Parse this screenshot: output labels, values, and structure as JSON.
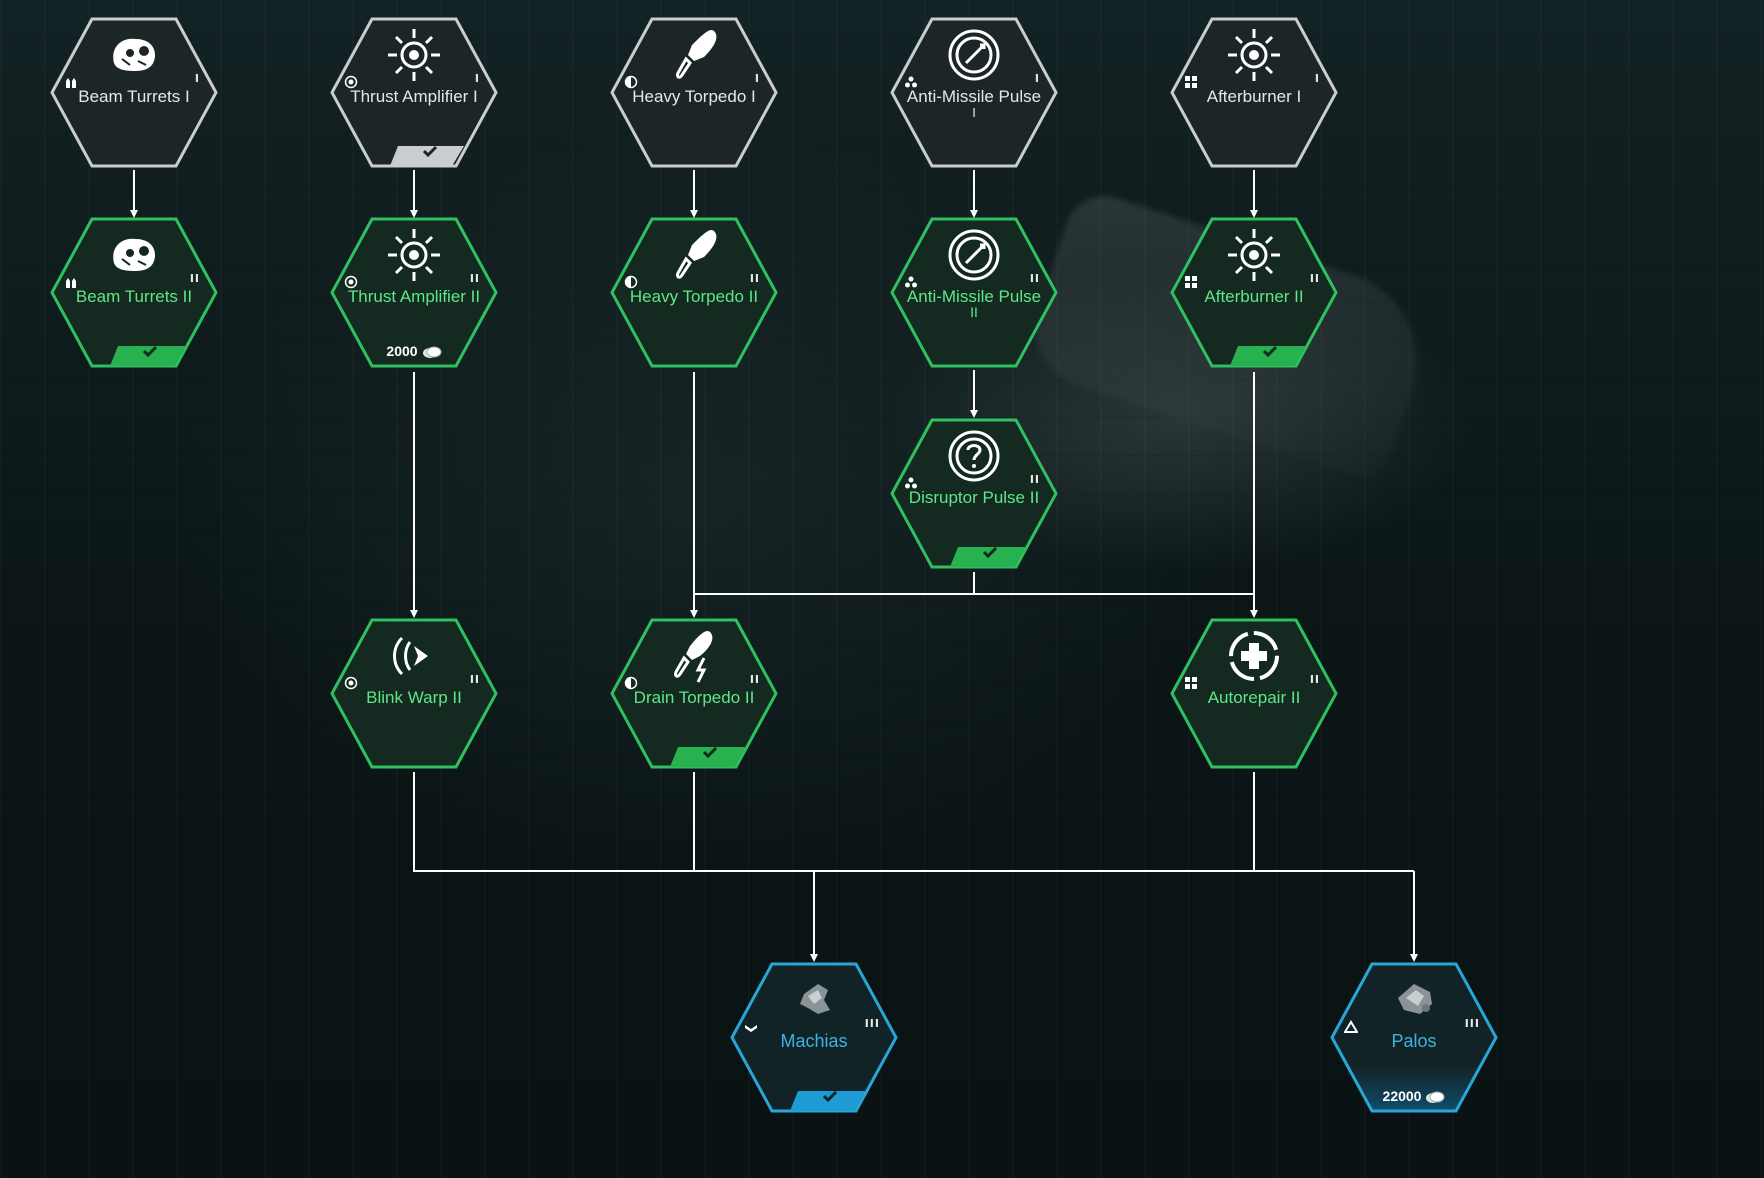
{
  "nodes": {
    "beam1": {
      "label": "Beam Turrets I",
      "tier": "I",
      "icon": "beam-turret-icon",
      "class_icon": "dual-turret-class-icon",
      "state": "owned-gray"
    },
    "thrust1": {
      "label": "Thrust Amplifier I",
      "tier": "I",
      "icon": "thruster-icon",
      "class_icon": "circle-dot-class-icon",
      "state": "owned-check"
    },
    "torpedo1": {
      "label": "Heavy Torpedo I",
      "tier": "I",
      "icon": "torpedo-icon",
      "class_icon": "half-circle-class-icon",
      "state": "owned-gray"
    },
    "antimissile1": {
      "label": "Anti-Missile Pulse",
      "label2": "I",
      "tier": "I",
      "icon": "pulse-icon",
      "class_icon": "tri-dots-class-icon",
      "state": "owned-gray"
    },
    "afterburner1": {
      "label": "Afterburner I",
      "tier": "I",
      "icon": "thruster-icon",
      "class_icon": "quad-square-class-icon",
      "state": "owned-gray"
    },
    "beam2": {
      "label": "Beam Turrets II",
      "tier": "II",
      "icon": "beam-turret-icon",
      "class_icon": "dual-turret-class-icon",
      "state": "check"
    },
    "thrust2": {
      "label": "Thrust Amplifier II",
      "tier": "II",
      "icon": "thruster-icon",
      "class_icon": "circle-dot-class-icon",
      "state": "cost",
      "cost": "2000"
    },
    "torpedo2": {
      "label": "Heavy Torpedo II",
      "tier": "II",
      "icon": "torpedo-icon",
      "class_icon": "half-circle-class-icon",
      "state": "none"
    },
    "antimissile2": {
      "label": "Anti-Missile Pulse",
      "label2": "II",
      "tier": "II",
      "icon": "pulse-icon",
      "class_icon": "tri-dots-class-icon",
      "state": "none"
    },
    "afterburner2": {
      "label": "Afterburner II",
      "tier": "II",
      "icon": "thruster-icon",
      "class_icon": "quad-square-class-icon",
      "state": "check"
    },
    "disruptor2": {
      "label": "Disruptor Pulse II",
      "tier": "II",
      "icon": "disruptor-icon",
      "class_icon": "tri-dots-class-icon",
      "state": "check"
    },
    "blink2": {
      "label": "Blink Warp II",
      "tier": "II",
      "icon": "blink-warp-icon",
      "class_icon": "circle-dot-class-icon",
      "state": "none"
    },
    "drain2": {
      "label": "Drain Torpedo II",
      "tier": "II",
      "icon": "drain-torpedo-icon",
      "class_icon": "half-circle-class-icon",
      "state": "check"
    },
    "autorepair2": {
      "label": "Autorepair II",
      "tier": "II",
      "icon": "repair-cross-icon",
      "class_icon": "quad-square-class-icon",
      "state": "none"
    },
    "machias": {
      "label": "Machias",
      "tier": "III",
      "icon": "ship-icon",
      "class_icon": "frigate-class-icon",
      "state": "check"
    },
    "palos": {
      "label": "Palos",
      "tier": "III",
      "icon": "ship-icon",
      "class_icon": "triangle-class-icon",
      "state": "cost",
      "cost": "22000"
    }
  },
  "colors": {
    "tier1_border": "#c9cdcd",
    "tier2_border": "#2fc05f",
    "ship_border": "#2aa6d6",
    "check_bg": "#27b14f",
    "ship_check_bg": "#1f9bd3",
    "wire": "#ffffff"
  }
}
